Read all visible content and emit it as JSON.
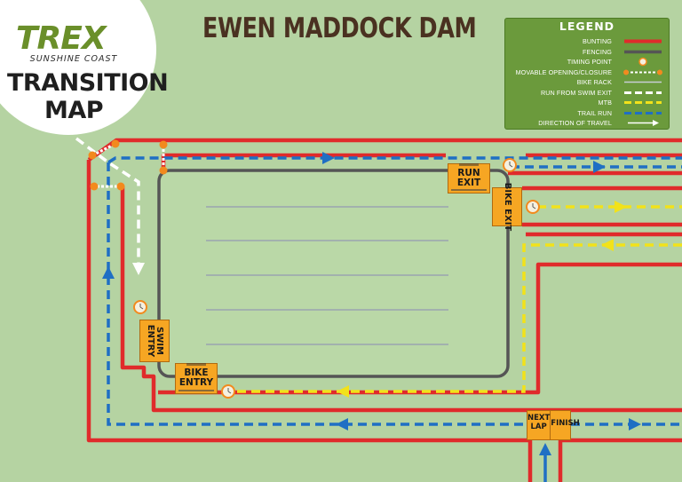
{
  "title": "EWEN MADDOCK DAM",
  "logo": {
    "main": "TREX",
    "sub": "SUNSHINE COAST"
  },
  "map_title_line1": "TRANSITION",
  "map_title_line2": "MAP",
  "legend": {
    "title": "LEGEND",
    "items": [
      {
        "label": "BUNTING",
        "symbol": "bunting-line",
        "color": "#e02b2b"
      },
      {
        "label": "FENCING",
        "symbol": "fencing-line",
        "color": "#555555"
      },
      {
        "label": "TIMING  POINT",
        "symbol": "timing-point-icon",
        "color": "#f28a1e"
      },
      {
        "label": "MOVABLE OPENING/CLOSURE",
        "symbol": "movable-opening-icon",
        "color": "#f28a1e"
      },
      {
        "label": "BIKE RACK",
        "symbol": "bike-rack-line",
        "color": "#9aa4b0"
      },
      {
        "label": "RUN FROM SWIM EXIT",
        "symbol": "run-from-swim-dashed-line",
        "color": "#ffffff"
      },
      {
        "label": "MTB",
        "symbol": "mtb-dashed-line",
        "color": "#f2e21a"
      },
      {
        "label": "TRAIL RUN",
        "symbol": "trail-run-dashed-line",
        "color": "#1f6fc4"
      },
      {
        "label": "DIRECTION OF TRAVEL",
        "symbol": "direction-arrow-icon",
        "color": "#ffffff"
      }
    ]
  },
  "signs": {
    "run_exit": [
      "RUN",
      "EXIT"
    ],
    "bike_exit": "BIKE EXIT",
    "swim_entry": "SWIM ENTRY",
    "bike_entry": [
      "BIKE",
      "ENTRY"
    ],
    "next_lap": [
      "NEXT",
      "LAP"
    ],
    "finish": "FINISH"
  },
  "colors": {
    "background": "#b5d3a2",
    "bunting": "#e02b2b",
    "fencing": "#555555",
    "bike_rack": "#9aa4b0",
    "trail_run": "#1f6fc4",
    "mtb": "#f2e21a",
    "run_from_swim": "#ffffff",
    "timing_point": "#f28a1e",
    "sign": "#f6a623",
    "title": "#4a3121"
  }
}
